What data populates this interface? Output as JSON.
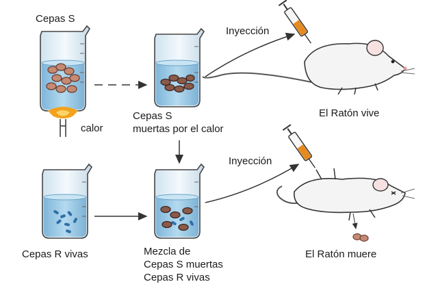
{
  "labels": {
    "cepas_s": "Cepas S",
    "calor": "calor",
    "cepas_s_muertas": [
      "Cepas S",
      "muertas por el calor"
    ],
    "inyeccion_top": "Inyección",
    "raton_vive": "El Ratón vive",
    "cepas_r_vivas": "Cepas R vivas",
    "mezcla": [
      "Mezcla de",
      "Cepas S muertas",
      "Cepas R vivas"
    ],
    "inyeccion_bottom": "Inyección",
    "raton_muere": "El Ratón muere"
  },
  "colors": {
    "liquid": "#9ccbe6",
    "glass": "#dfeef7",
    "outline": "#333333",
    "s_strain": "#b8735c",
    "s_strain_dark": "#5a3a30",
    "r_strain": "#2f6fa8",
    "flame": "#f2a21c",
    "mouse": "#f4f4f4"
  },
  "icons": {
    "beakers": "beaker-icon",
    "flame": "flame-icon",
    "syringes": "syringe-icon",
    "mice": "mouse-icon"
  }
}
